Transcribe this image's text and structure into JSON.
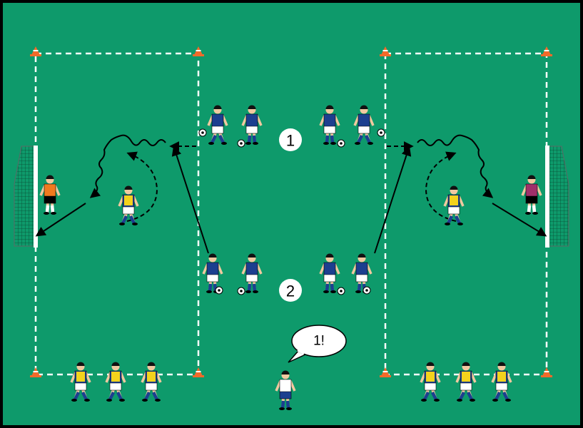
{
  "diagram": {
    "colors": {
      "pitch": "#0e9a6b",
      "border": "#000000",
      "team_blue": "#1c3f8f",
      "bib_yellow": "#f3d21c",
      "keeper_left": "#f07a1e",
      "keeper_right": "#a0306a",
      "coach": "#ffffff",
      "cone": "#f26a2a"
    },
    "station_labels": [
      "1",
      "2"
    ],
    "coach_speech": "1!"
  }
}
